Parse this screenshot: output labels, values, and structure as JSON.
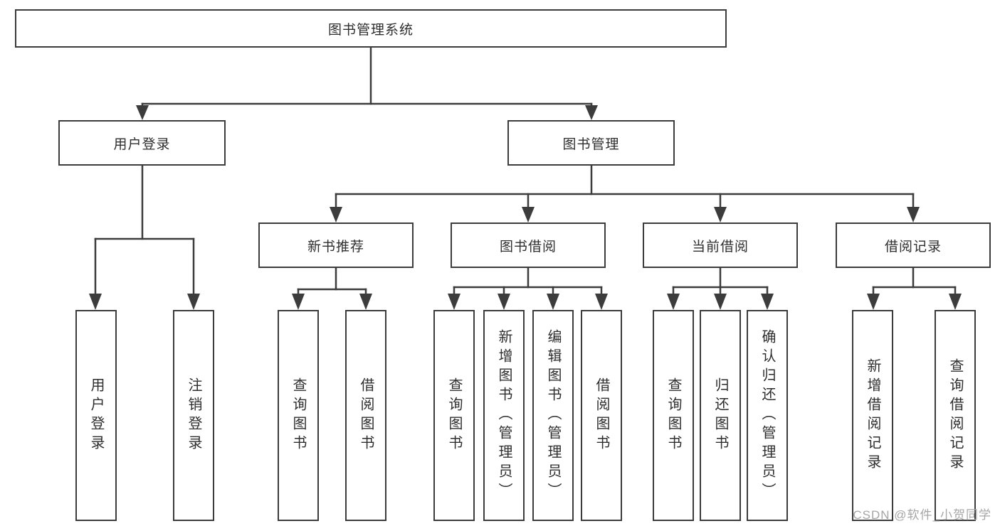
{
  "tree": {
    "root": "图书管理系统",
    "children": [
      {
        "label": "用户登录",
        "children": [
          {
            "label": "用户登录"
          },
          {
            "label": "注销登录"
          }
        ]
      },
      {
        "label": "图书管理",
        "children": [
          {
            "label": "新书推荐",
            "children": [
              {
                "label": "查询图书"
              },
              {
                "label": "借阅图书"
              }
            ]
          },
          {
            "label": "图书借阅",
            "children": [
              {
                "label": "查询图书"
              },
              {
                "label": "新增图书（管理员）"
              },
              {
                "label": "编辑图书（管理员）"
              },
              {
                "label": "借阅图书"
              }
            ]
          },
          {
            "label": "当前借阅",
            "children": [
              {
                "label": "查询图书"
              },
              {
                "label": "归还图书"
              },
              {
                "label": "确认归还（管理员）"
              }
            ]
          },
          {
            "label": "借阅记录",
            "children": [
              {
                "label": "新增借阅记录"
              },
              {
                "label": "查询借阅记录"
              }
            ]
          }
        ]
      }
    ]
  },
  "watermark": {
    "text": "CSDN @软件_小贺同学"
  },
  "colors": {
    "line": "#3c3c3c",
    "box_border": "#3c3c3c",
    "text": "#2e2e2e",
    "watermark": "#a6a6a6",
    "background": "#ffffff"
  }
}
